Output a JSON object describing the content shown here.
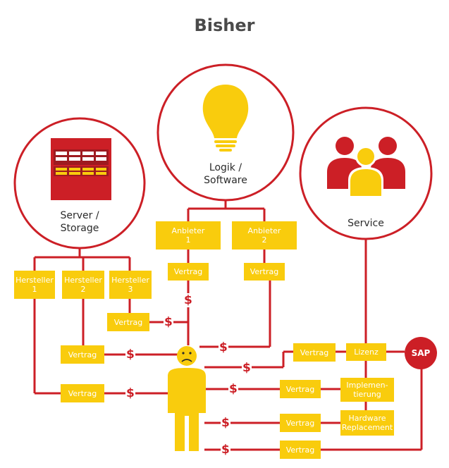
{
  "title": "Bisher",
  "circles": {
    "server": "Server /\nStorage",
    "logik": "Logik /\nSoftware",
    "service": "Service"
  },
  "icons": {
    "server": "server-rack-icon",
    "logik": "light-bulb-icon",
    "service": "people-group-icon",
    "user": "person-icon",
    "face": "sad-face-icon"
  },
  "boxes": {
    "anbieter1": "Anbieter\n1",
    "anbieter2": "Anbieter\n2",
    "vertrag_a1": "Vertrag",
    "vertrag_a2": "Vertrag",
    "hersteller1": "Hersteller\n1",
    "hersteller2": "Hersteller\n2",
    "hersteller3": "Hersteller\n3",
    "vertrag_h3": "Vertrag",
    "vertrag_h2": "Vertrag",
    "vertrag_h1": "Vertrag",
    "vertrag_lizenz": "Vertrag",
    "lizenz": "Lizenz",
    "sap": "SAP",
    "vertrag_impl": "Vertrag",
    "implementierung": "Implemen-\ntierung",
    "vertrag_hw": "Vertrag",
    "hardware": "Hardware\nReplacement",
    "vertrag_sap": "Vertrag"
  },
  "dollar": "$",
  "colors": {
    "red": "#cc1f26",
    "yellow": "#f9cc0d",
    "title": "#4a4a4a",
    "dark_red": "#9e1a20"
  }
}
